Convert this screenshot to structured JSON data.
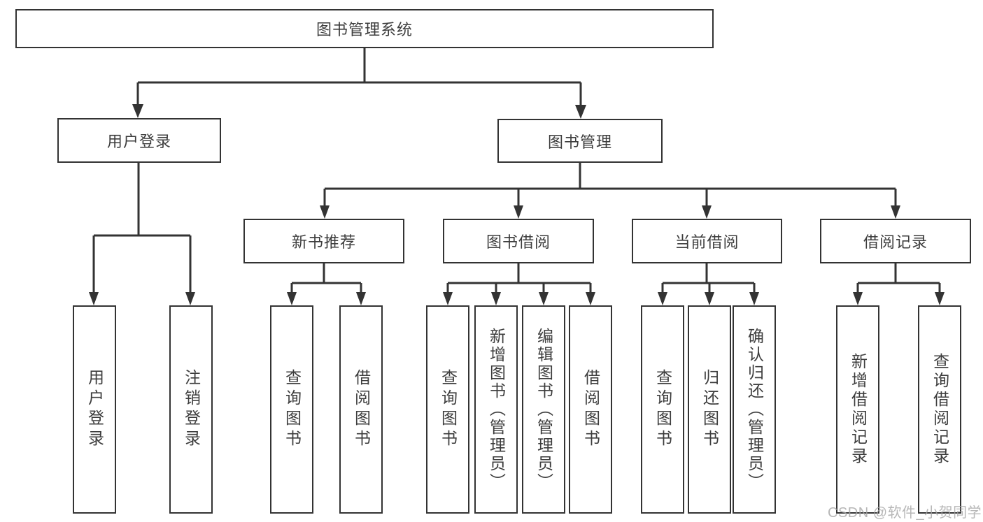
{
  "nodes": {
    "root": "图书管理系统",
    "user_login": "用户登录",
    "book_mgmt": "图书管理",
    "new_book_rec": "新书推荐",
    "book_borrow": "图书借阅",
    "current_borrow": "当前借阅",
    "borrow_records": "借阅记录"
  },
  "leaves": {
    "user_login": [
      "用户登录",
      "注销登录"
    ],
    "new_book_rec": [
      "查询图书",
      "借阅图书"
    ],
    "book_borrow": [
      "查询图书",
      "新增图书（管理员）",
      "编辑图书（管理员）",
      "借阅图书"
    ],
    "current_borrow": [
      "查询图书",
      "归还图书",
      "确认归还（管理员）"
    ],
    "borrow_records": [
      "新增借阅记录",
      "查询借阅记录"
    ]
  },
  "watermark": "CSDN @软件_小贺同学",
  "colors": {
    "stroke": "#333333",
    "text": "#3d3d3d",
    "watermark": "#a5a5a5",
    "background": "#ffffff"
  }
}
